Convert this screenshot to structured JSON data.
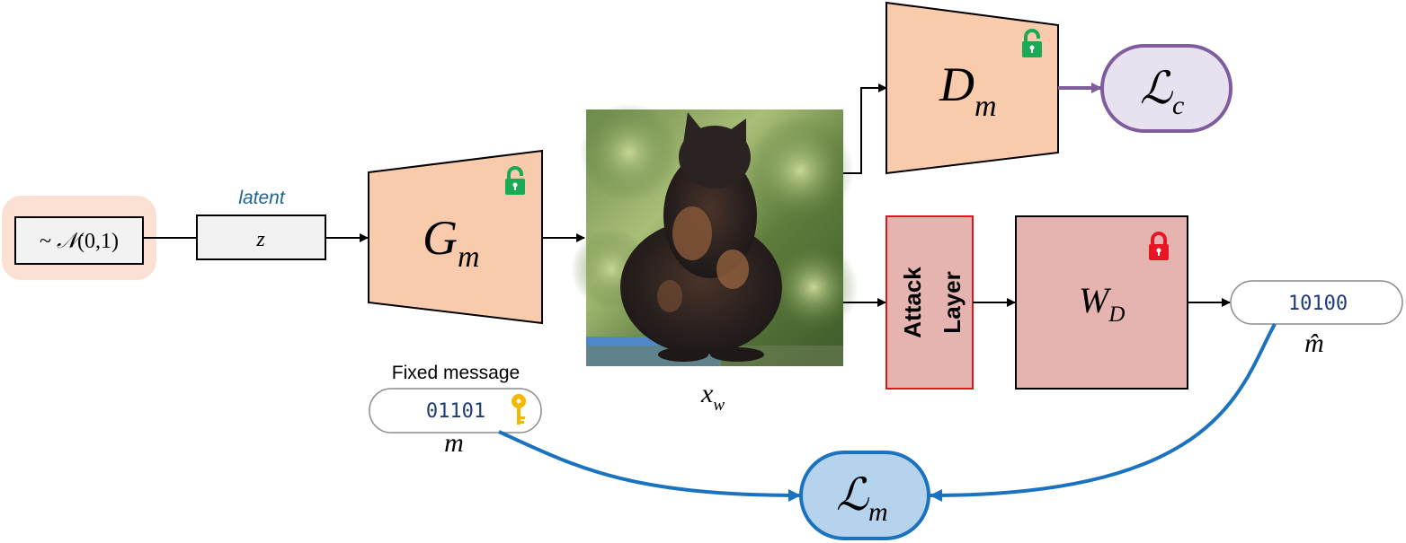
{
  "noise": {
    "prefix": "~ ",
    "symbol": "𝒩",
    "args": "(0,1)"
  },
  "latent": {
    "tag": "latent",
    "var": "z"
  },
  "generator": {
    "letter": "G",
    "sub": "m"
  },
  "image": {
    "caption_var": "x",
    "caption_sub": "w"
  },
  "discriminator": {
    "letter": "D",
    "sub": "m"
  },
  "loss_c": {
    "symbol": "ℒ",
    "sub": "c"
  },
  "attack": {
    "line1": "Attack",
    "line2": "Layer"
  },
  "decoder": {
    "letter": "W",
    "sub": "D"
  },
  "decoded": {
    "value": "10100",
    "label": "m̂"
  },
  "message": {
    "title": "Fixed message",
    "value": "01101",
    "label": "m"
  },
  "loss_m": {
    "symbol": "ℒ",
    "sub": "m"
  },
  "colors": {
    "module_fill": "#f8cbad",
    "decoder_fill": "#e6b4b0",
    "attack_stroke": "#e0161d",
    "lock_open": "#1aaa55",
    "lock_closed": "#e81524",
    "key": "#f5b800",
    "loss_c_stroke": "#7e5c9e",
    "loss_c_fill": "#e8e2f0",
    "loss_m_stroke": "#1b73c0",
    "loss_m_fill": "#b6d3ee",
    "latent_tag": "#1f6391"
  }
}
